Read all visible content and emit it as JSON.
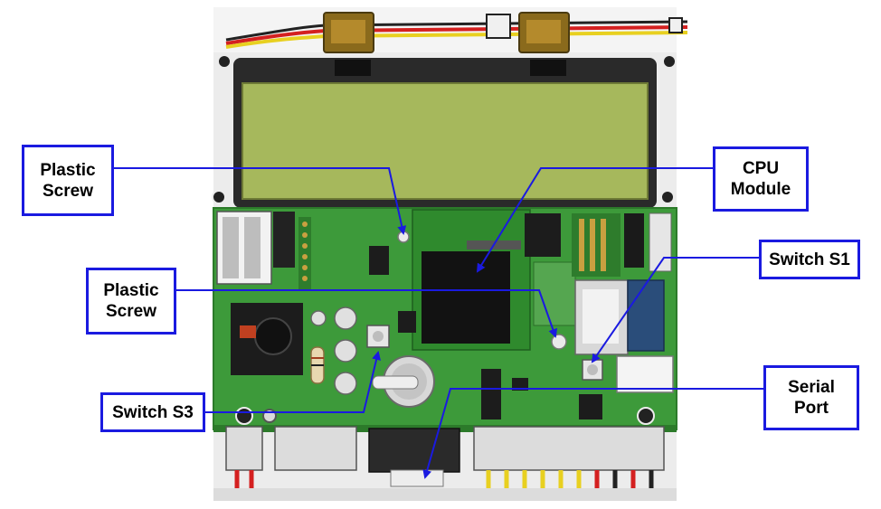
{
  "colors": {
    "callout_border": "#1a1ae0",
    "leader_line": "#1a1ae0",
    "pcb_green": "#3d9a3a",
    "lcd_green": "#a6b85c",
    "enclosure_gray": "#e8e8e8"
  },
  "callouts": {
    "plastic_screw_top": "Plastic\nScrew",
    "cpu_module": "CPU\nModule",
    "switch_s1": "Switch S1",
    "plastic_screw_left": "Plastic\nScrew",
    "serial_port": "Serial\nPort",
    "switch_s3": "Switch S3"
  }
}
